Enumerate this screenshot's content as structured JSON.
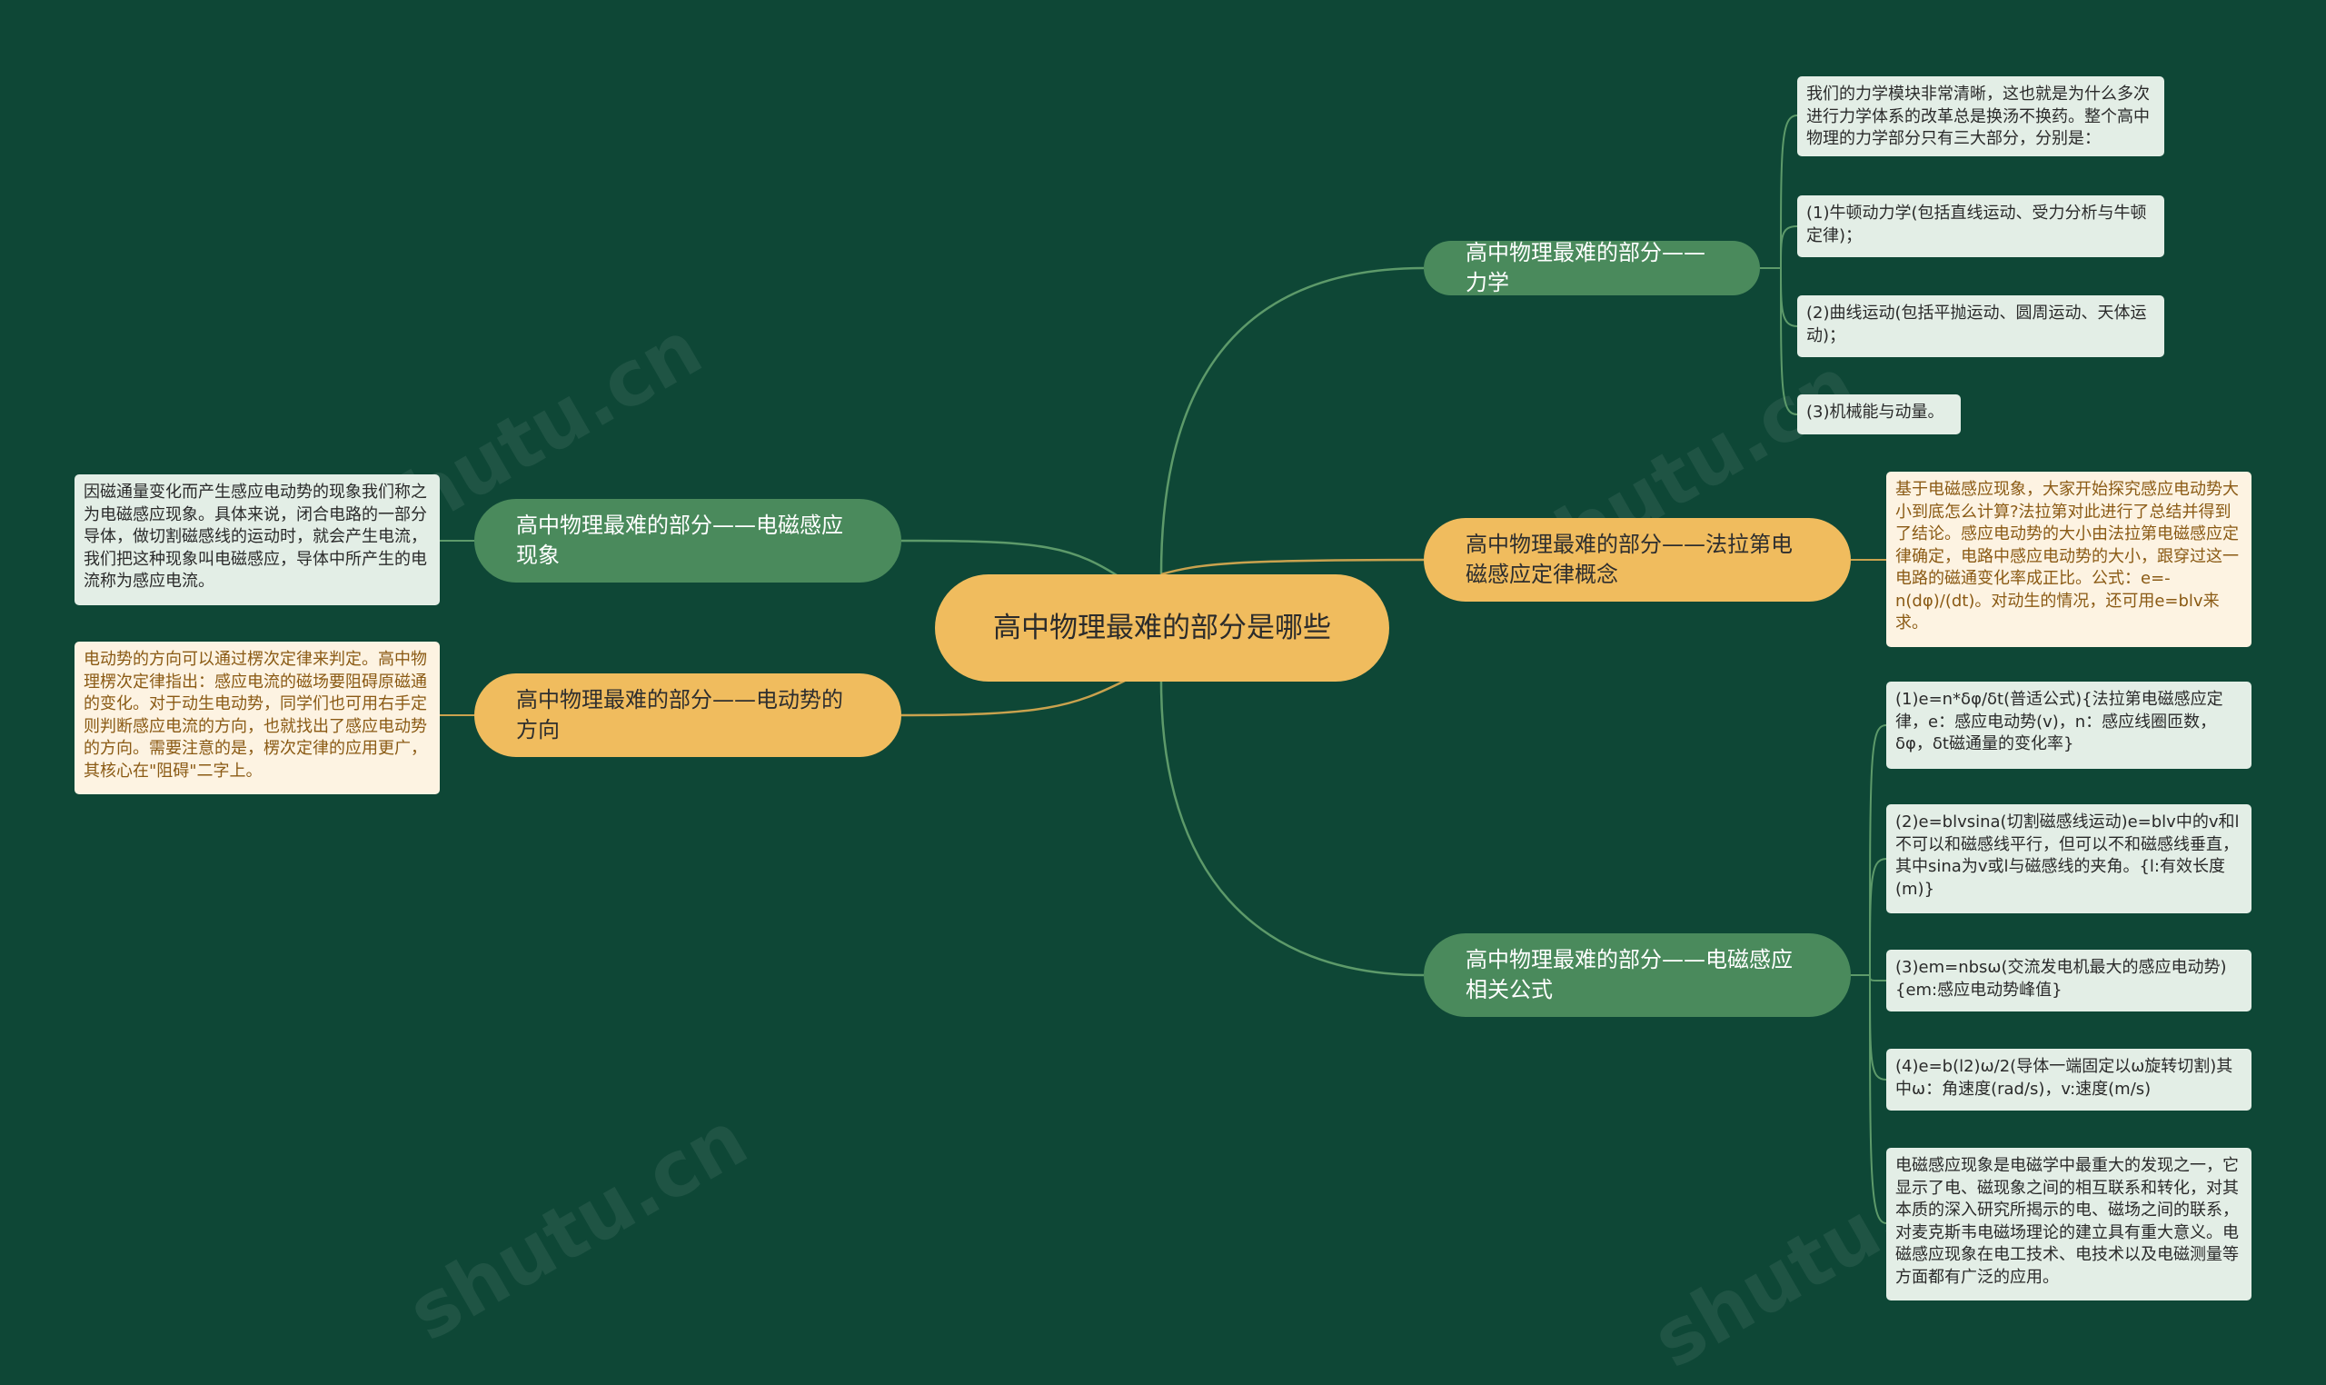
{
  "colors": {
    "background": "#0e4736",
    "root_fill": "#f0bc5e",
    "green_branch": "#4a8a5c",
    "orange_branch": "#f0bc5e",
    "green_leaf": "#e3eee6",
    "orange_leaf": "#fdf3e2",
    "link": "#5d9a6a"
  },
  "watermark": "shutu.cn",
  "root": {
    "label": "高中物理最难的部分是哪些"
  },
  "branches": [
    {
      "label": "高中物理最难的部分——力学",
      "color": "green",
      "side": "right",
      "leaves": [
        "我们的力学模块非常清晰，这也就是为什么多次进行力学体系的改革总是换汤不换药。整个高中物理的力学部分只有三大部分，分别是：",
        "(1)牛顿动力学(包括直线运动、受力分析与牛顿定律)；",
        "(2)曲线运动(包括平抛运动、圆周运动、天体运动)；",
        "(3)机械能与动量。"
      ]
    },
    {
      "label": "高中物理最难的部分——法拉第电磁感应定律概念",
      "color": "orange",
      "side": "right",
      "leaves": [
        "基于电磁感应现象，大家开始探究感应电动势大小到底怎么计算?法拉第对此进行了总结并得到了结论。感应电动势的大小由法拉第电磁感应定律确定，电路中感应电动势的大小，跟穿过这一电路的磁通变化率成正比。公式：e=-n(dφ)/(dt)。对动生的情况，还可用e=blv来求。"
      ]
    },
    {
      "label": "高中物理最难的部分——电磁感应相关公式",
      "color": "green",
      "side": "right",
      "leaves": [
        "(1)e=n*δφ/δt(普适公式){法拉第电磁感应定律，e：感应电动势(v)，n：感应线圈匝数，δφ，δt磁通量的变化率}",
        "(2)e=blvsina(切割磁感线运动)e=blv中的v和l不可以和磁感线平行，但可以不和磁感线垂直，其中sina为v或l与磁感线的夹角。{l:有效长度(m)}",
        "(3)em=nbsω(交流发电机最大的感应电动势){em:感应电动势峰值}",
        "(4)e=b(l2)ω/2(导体一端固定以ω旋转切割)其中ω：角速度(rad/s)，v:速度(m/s)",
        "电磁感应现象是电磁学中最重大的发现之一，它显示了电、磁现象之间的相互联系和转化，对其本质的深入研究所揭示的电、磁场之间的联系，对麦克斯韦电磁场理论的建立具有重大意义。电磁感应现象在电工技术、电技术以及电磁测量等方面都有广泛的应用。"
      ]
    },
    {
      "label": "高中物理最难的部分——电磁感应现象",
      "color": "green",
      "side": "left",
      "leaves": [
        "因磁通量变化而产生感应电动势的现象我们称之为电磁感应现象。具体来说，闭合电路的一部分导体，做切割磁感线的运动时，就会产生电流，我们把这种现象叫电磁感应，导体中所产生的电流称为感应电流。"
      ]
    },
    {
      "label": "高中物理最难的部分——电动势的方向",
      "color": "orange",
      "side": "left",
      "leaves": [
        "电动势的方向可以通过楞次定律来判定。高中物理楞次定律指出：感应电流的磁场要阻碍原磁通的变化。对于动生电动势，同学们也可用右手定则判断感应电流的方向，也就找出了感应电动势的方向。需要注意的是，楞次定律的应用更广，其核心在\"阻碍\"二字上。"
      ]
    }
  ]
}
